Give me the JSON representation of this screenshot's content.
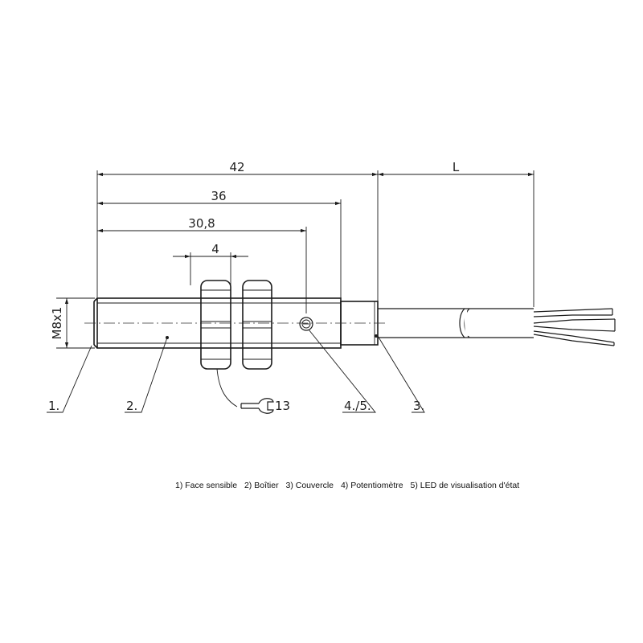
{
  "dimensions": {
    "overall": "42",
    "body": "36",
    "potentiometer_position": "30,8",
    "nut_width": "4",
    "cable_length": "L",
    "thread": "M8x1",
    "wrench_size": "13"
  },
  "callouts": {
    "c1": "1.",
    "c2": "2.",
    "c3": "3.",
    "c45": "4./5."
  },
  "legend": {
    "items": [
      "1) Face sensible",
      "2) Boîtier",
      "3) Couvercle",
      "4) Potentiomètre",
      "5) LED de visualisation d'état"
    ]
  },
  "icons": {
    "wrench": "wrench-icon"
  }
}
